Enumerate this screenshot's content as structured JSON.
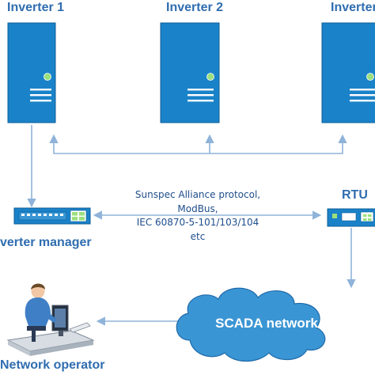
{
  "inverters": [
    {
      "label": "Inverter 1"
    },
    {
      "label": "Inverter 2"
    },
    {
      "label": "Inverter"
    }
  ],
  "inverter_manager": {
    "label": "verter manager"
  },
  "rtu": {
    "label": "RTU"
  },
  "protocol_text": [
    "Sunspec Alliance protocol,",
    "ModBus,",
    "IEC 60870-5-101/103/104",
    "etc"
  ],
  "scada": {
    "label": "SCADA network"
  },
  "network_operator": {
    "label": "Network operator"
  },
  "colors": {
    "device_fill": "#1a82c8",
    "device_stroke": "#0d5f99",
    "indicator": "#9be07d",
    "line": "#8fb3d9",
    "cloud": "#3a95d4",
    "label": "#2f6db0"
  }
}
